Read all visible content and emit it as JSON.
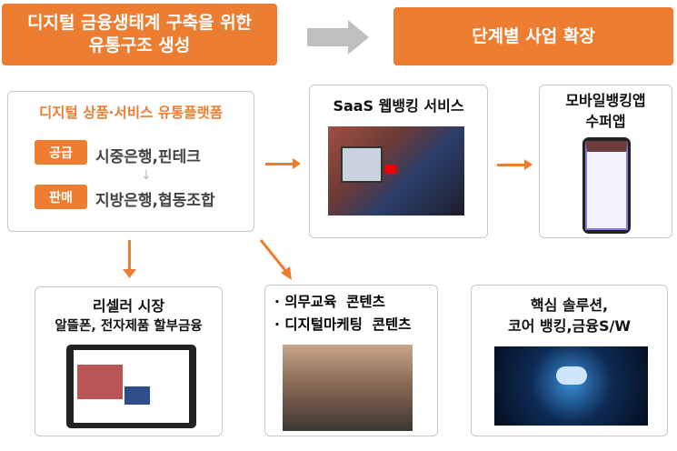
{
  "header": {
    "left_banner": [
      "디지털 금융생태계 구축을 위한",
      "유통구조 생성"
    ],
    "right_banner": "단계별 사업 확장"
  },
  "platform": {
    "title": "디지털 상품·서비스 유통플랫폼",
    "supply_tag": "공급",
    "supply_text": "시중은행,핀테크",
    "sales_tag": "판매",
    "sales_text": "지방은행,협동조합"
  },
  "saas": {
    "title": "SaaS 웹뱅킹 서비스"
  },
  "mobile": {
    "title": [
      "모바일뱅킹앱",
      "수퍼앱"
    ]
  },
  "reseller": {
    "title": "리셀러 시장",
    "subtitle": "알뜰폰, 전자제품 할부금융"
  },
  "contents": {
    "lines": [
      "· 의무교육  콘텐츠",
      "· 디지털마케팅  콘텐츠"
    ]
  },
  "core": {
    "title": [
      "핵심 솔루션,",
      "코어 뱅킹,금융S/W"
    ]
  },
  "colors": {
    "accent": "#ed7d31",
    "arrow_gray": "#bfbfbf"
  }
}
